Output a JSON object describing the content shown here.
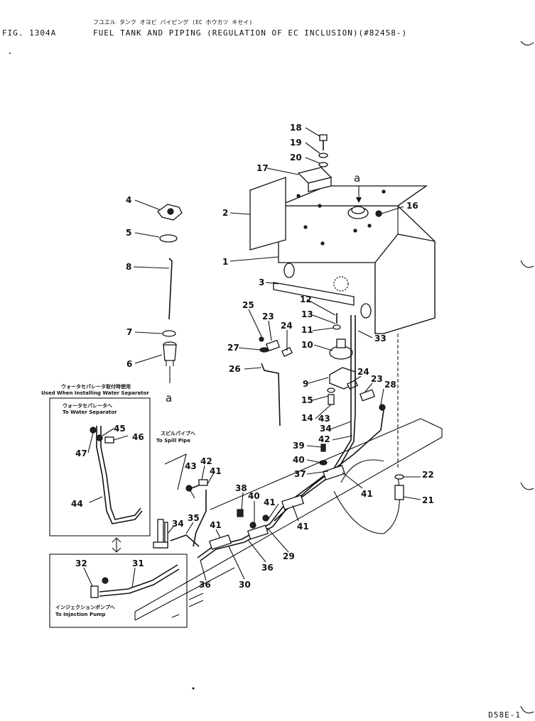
{
  "header": {
    "fig_label": "FIG. 1304A",
    "title_jp": "フユエル タンク オヨビ パイピング (EC ホウカツ キセイ)",
    "title_en": "FUEL TANK AND PIPING (REGULATION OF EC INCLUSION)(#82458-)"
  },
  "inset_top": {
    "caption_jp": "ウォータセパレータ取付時使用",
    "caption_en": "Used When Installing Water Separator",
    "label_jp": "ウォータセパレータへ",
    "label_en": "To Water Separator"
  },
  "spill": {
    "label_jp": "スピルパイプへ",
    "label_en": "To Spill Pipe"
  },
  "inset_bottom": {
    "label_jp": "インジェクションポンプへ",
    "label_en": "To Injection Pump"
  },
  "view_marker": "a",
  "parts": {
    "p1": "1",
    "p2": "2",
    "p3": "3",
    "p4": "4",
    "p5": "5",
    "p6": "6",
    "p7": "7",
    "p8": "8",
    "p9": "9",
    "p10": "10",
    "p11": "11",
    "p12": "12",
    "p13": "13",
    "p14": "14",
    "p15": "15",
    "p16": "16",
    "p17": "17",
    "p18": "18",
    "p19": "19",
    "p20": "20",
    "p21": "21",
    "p22": "22",
    "p23": "23",
    "p24": "24",
    "p25": "25",
    "p26": "26",
    "p27": "27",
    "p28": "28",
    "p29": "29",
    "p30": "30",
    "p31": "31",
    "p32": "32",
    "p33": "33",
    "p34": "34",
    "p35": "35",
    "p36": "36",
    "p37": "37",
    "p38": "38",
    "p39": "39",
    "p40": "40",
    "p41": "41",
    "p42": "42",
    "p43": "43",
    "p44": "44",
    "p45": "45",
    "p46": "46",
    "p47": "47"
  },
  "page_number": "D58E-1"
}
